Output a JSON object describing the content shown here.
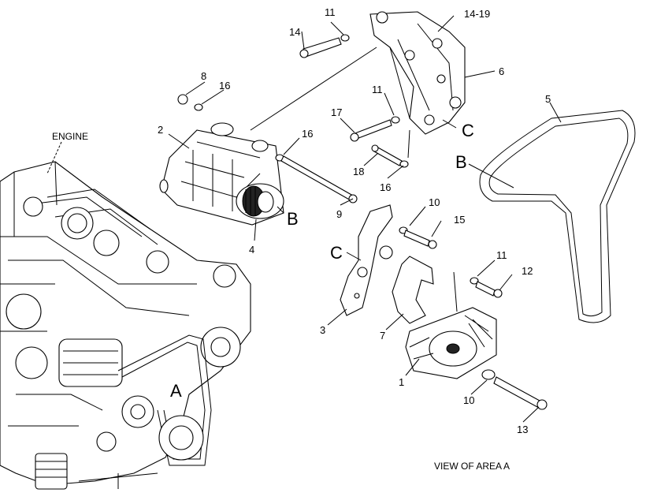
{
  "caption": "VIEW OF AREA  A",
  "engine_label": "ENGINE",
  "callouts": {
    "c1": "1",
    "c2": "2",
    "c3": "3",
    "c4": "4",
    "c5": "5",
    "c6": "6",
    "c7": "7",
    "c8": "8",
    "c9": "9",
    "c10a": "10",
    "c10b": "10",
    "c11a": "11",
    "c11b": "11",
    "c11c": "11",
    "c12": "12",
    "c13": "13",
    "c14": "14",
    "c14_19": "14-19",
    "c15": "15",
    "c16a": "16",
    "c16b": "16",
    "c16c": "16",
    "c17": "17",
    "c18": "18"
  },
  "letters": {
    "A": "A",
    "B1": "B",
    "B2": "B",
    "C1": "C",
    "C2": "C"
  }
}
